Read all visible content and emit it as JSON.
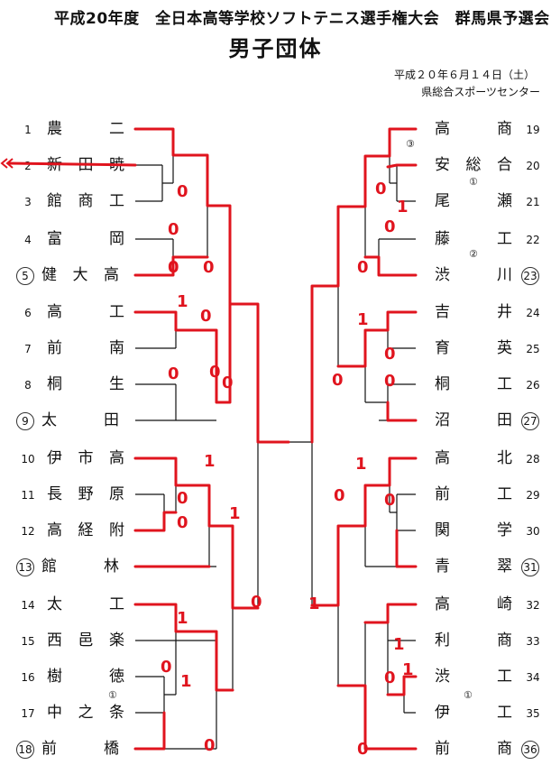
{
  "header": {
    "title": "平成20年度　全日本高等学校ソフトテニス選手権大会　群馬県予選会",
    "subtitle": "男子団体",
    "date": "平成２０年６月１４日（土）",
    "venue": "県総合スポーツセンター"
  },
  "left_teams": [
    {
      "seed": "1",
      "name": "農二",
      "circled": false
    },
    {
      "seed": "2",
      "name": "新田暁",
      "circled": false
    },
    {
      "seed": "3",
      "name": "館商工",
      "circled": false
    },
    {
      "seed": "4",
      "name": "富岡",
      "circled": false
    },
    {
      "seed": "5",
      "name": "健大高",
      "circled": true
    },
    {
      "seed": "6",
      "name": "高工",
      "circled": false
    },
    {
      "seed": "7",
      "name": "前南",
      "circled": false
    },
    {
      "seed": "8",
      "name": "桐生",
      "circled": false
    },
    {
      "seed": "9",
      "name": "太田",
      "circled": true
    },
    {
      "seed": "10",
      "name": "伊市高",
      "circled": false
    },
    {
      "seed": "11",
      "name": "長野原",
      "circled": false
    },
    {
      "seed": "12",
      "name": "高経附",
      "circled": false
    },
    {
      "seed": "13",
      "name": "館林",
      "circled": true
    },
    {
      "seed": "14",
      "name": "太工",
      "circled": false
    },
    {
      "seed": "15",
      "name": "西邑楽",
      "circled": false
    },
    {
      "seed": "16",
      "name": "樹徳",
      "circled": false
    },
    {
      "seed": "17",
      "name": "中之条",
      "circled": false
    },
    {
      "seed": "18",
      "name": "前橋",
      "circled": true
    }
  ],
  "right_teams": [
    {
      "seed": "19",
      "name": "高商",
      "circled": false
    },
    {
      "seed": "20",
      "name": "安総合",
      "circled": false
    },
    {
      "seed": "21",
      "name": "尾瀬",
      "circled": false
    },
    {
      "seed": "22",
      "name": "藤工",
      "circled": false
    },
    {
      "seed": "23",
      "name": "渋川",
      "circled": true
    },
    {
      "seed": "24",
      "name": "吉井",
      "circled": false
    },
    {
      "seed": "25",
      "name": "育英",
      "circled": false
    },
    {
      "seed": "26",
      "name": "桐工",
      "circled": false
    },
    {
      "seed": "27",
      "name": "沼田",
      "circled": true
    },
    {
      "seed": "28",
      "name": "高北",
      "circled": false
    },
    {
      "seed": "29",
      "name": "前工",
      "circled": false
    },
    {
      "seed": "30",
      "name": "関学",
      "circled": false
    },
    {
      "seed": "31",
      "name": "青翠",
      "circled": true
    },
    {
      "seed": "32",
      "name": "高崎",
      "circled": false
    },
    {
      "seed": "33",
      "name": "利商",
      "circled": false
    },
    {
      "seed": "34",
      "name": "渋工",
      "circled": false
    },
    {
      "seed": "35",
      "name": "伊工",
      "circled": false
    },
    {
      "seed": "36",
      "name": "前商",
      "circled": true
    }
  ],
  "scores": {
    "l_r1_b": "0",
    "l_r2_a_top": "0",
    "l_r2_a_bot": "0",
    "l_r3_a": "0",
    "l_r1_c": "1",
    "l_r1_c2": "0",
    "l_r2_b_top": "0",
    "l_r2_b_bot": "0",
    "l_r3_b": "0",
    "l_r1_d": "1",
    "l_r1_d2": "0",
    "l_r1_d3": "0",
    "l_r2_c": "1",
    "l_r1_e": "1",
    "l_r1_e2": "0",
    "l_r1_e3": "1",
    "l_r2_e": "0",
    "l_r3_c": "0",
    "r_r1_a": "0",
    "r_r1_a2": "1",
    "r_r2_a": "0",
    "r_r2_a2": "0",
    "r_r3_a": "0",
    "r_r1_b": "1",
    "r_r1_b2": "0",
    "r_r2_b": "0",
    "r_r1_c": "1",
    "r_r1_c2": "0",
    "r_r2_c": "0",
    "r_r1_d": "1",
    "r_r1_d2": "0",
    "r_r1_d3": "1",
    "r_r2_d": "0",
    "r_r3_b": "1"
  },
  "annotations": {
    "a1": "③",
    "a2": "①",
    "a3": "②",
    "a4": "①",
    "a5": "①"
  },
  "colors": {
    "ink": "#111111",
    "red_pen": "#e0141e"
  }
}
